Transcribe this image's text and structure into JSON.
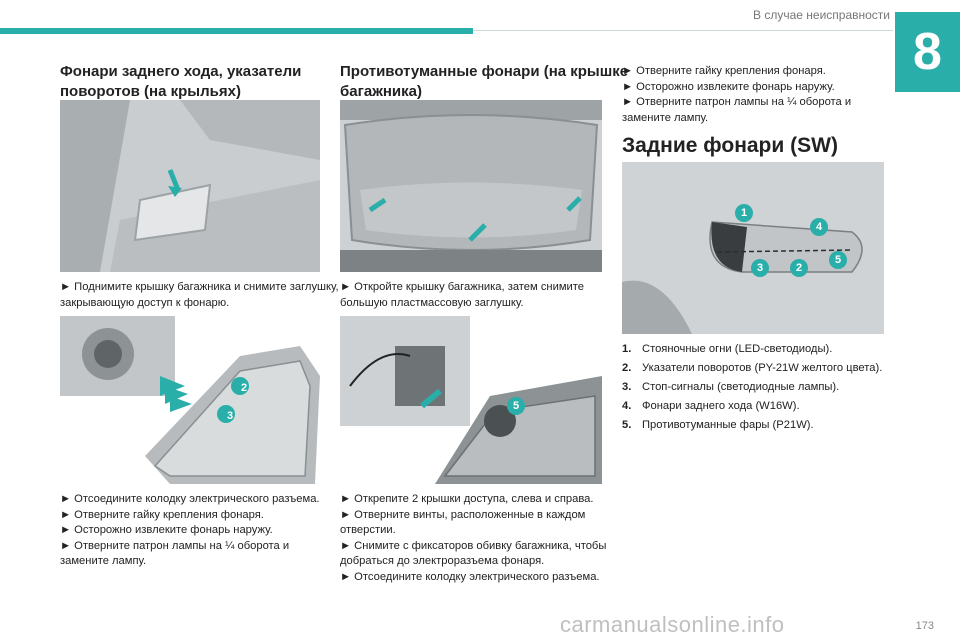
{
  "header": {
    "section_title": "В случае неисправности",
    "chapter_number": "8",
    "accent_color": "#2aaea9"
  },
  "col1": {
    "heading_lines": [
      "Фонари заднего хода, указатели",
      "поворотов (на крыльях)"
    ],
    "step1_lines": [
      "► Поднимите крышку багажника и снимите заглушку,",
      "закрывающую доступ к фонарю."
    ],
    "steps2_lines": [
      "► Отсоедините колодку электрического разъема.",
      "► Отверните гайку крепления фонаря.",
      "► Осторожно извлеките фонарь наружу.",
      "► Отверните патрон лампы на ¼ оборота и",
      "замените лампу."
    ],
    "photo2_callouts": [
      "2",
      "3"
    ]
  },
  "col2": {
    "heading_lines": [
      "Противотуманные фонари (на крышке",
      "багажника)"
    ],
    "step1_lines": [
      "► Откройте крышку багажника, затем снимите",
      "большую пластмассовую заглушку."
    ],
    "steps2_lines": [
      "► Открепите 2 крышки доступа, слева и справа.",
      "► Отверните винты, расположенные в каждом",
      "отверстии.",
      "► Снимите с фиксаторов обивку багажника, чтобы",
      "добраться до электроразъема фонаря.",
      "► Отсоедините колодку электрического разъема."
    ],
    "photo2_callouts": [
      "5"
    ]
  },
  "col3": {
    "top_lines": [
      "► Отверните гайку крепления фонаря.",
      "► Осторожно извлеките фонарь наружу.",
      "► Отверните патрон лампы на ¼ оборота и",
      "замените лампу."
    ],
    "heading": "Задние фонари (SW)",
    "photo_callouts": [
      "1",
      "4",
      "3",
      "2",
      "5"
    ],
    "legend": [
      {
        "num": "1.",
        "text": "Стояночные огни (LED-светодиоды)."
      },
      {
        "num": "2.",
        "text": "Указатели поворотов (PY-21W желтого цвета)."
      },
      {
        "num": "3.",
        "text": "Стоп-сигналы (светодиодные лампы)."
      },
      {
        "num": "4.",
        "text": "Фонари заднего хода (W16W)."
      },
      {
        "num": "5.",
        "text": "Противотуманные фары (P21W)."
      }
    ]
  },
  "footer": {
    "page_number": "173",
    "watermark": "carmanualsonline.info"
  }
}
